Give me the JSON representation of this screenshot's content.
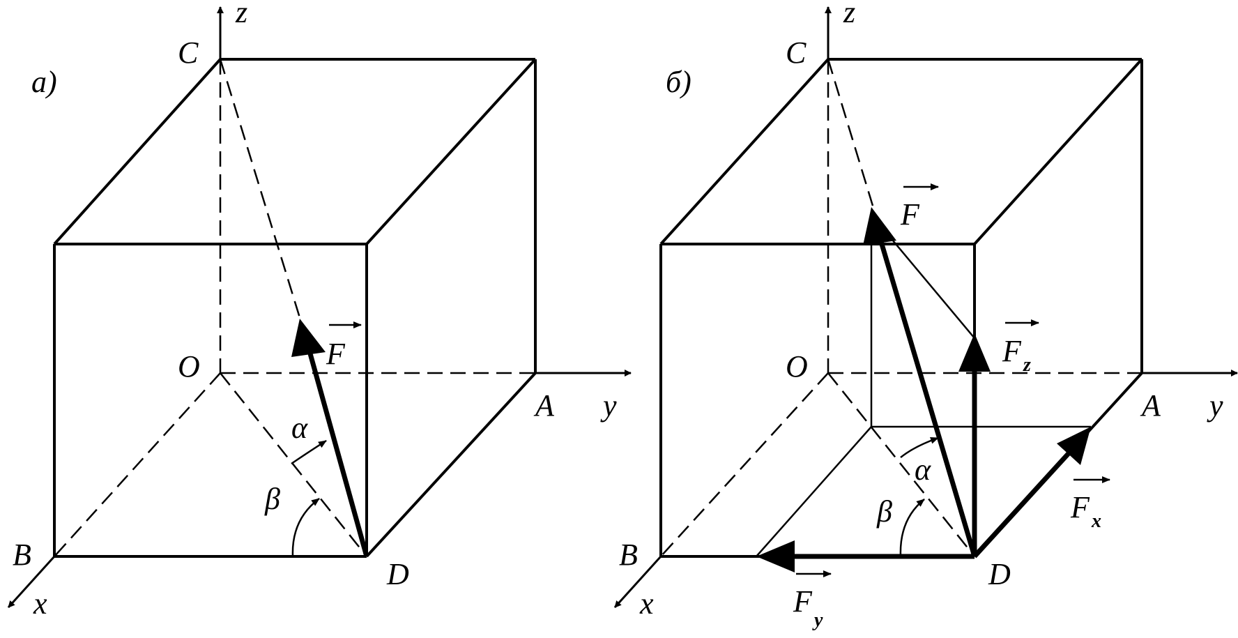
{
  "panels": [
    {
      "panel_label": "a)",
      "axis_z": "z",
      "axis_y": "y",
      "axis_x": "x",
      "points": {
        "C": "C",
        "O": "O",
        "A": "A",
        "B": "B",
        "D": "D"
      },
      "force": "F",
      "angle_alpha": "α",
      "angle_beta": "β"
    },
    {
      "panel_label": "б)",
      "axis_z": "z",
      "axis_y": "y",
      "axis_x": "x",
      "points": {
        "C": "C",
        "O": "O",
        "A": "A",
        "B": "B",
        "D": "D"
      },
      "force": "F",
      "force_z": "F",
      "force_z_sub": "z",
      "force_x": "F",
      "force_x_sub": "x",
      "force_y": "F",
      "force_y_sub": "y",
      "angle_alpha": "α",
      "angle_beta": "β"
    }
  ],
  "colors": {
    "ink": "#000000",
    "background": "#ffffff"
  }
}
